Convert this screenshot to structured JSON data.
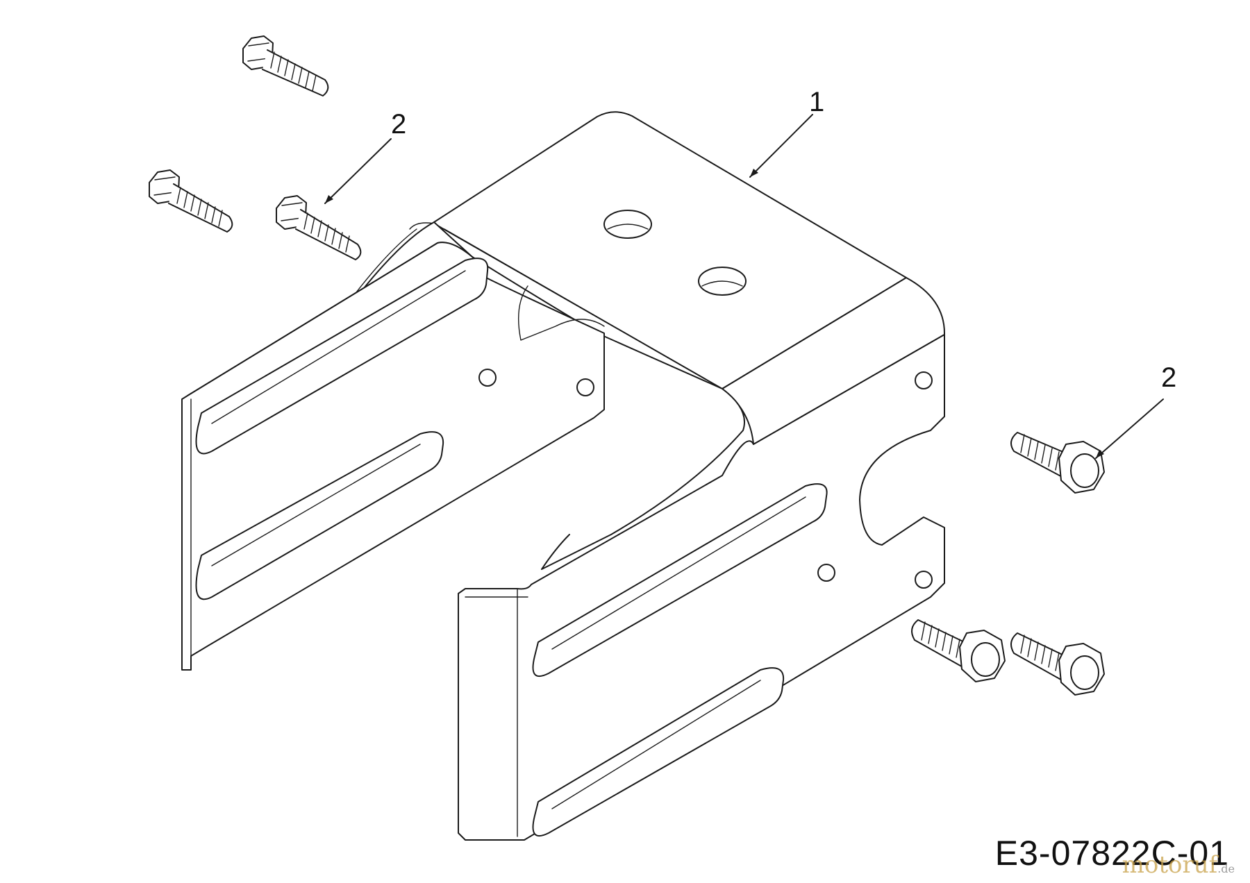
{
  "diagram": {
    "code": "E3-07822C-01",
    "callouts": {
      "bracket": "1",
      "bolts_left": "2",
      "bolts_right": "2"
    },
    "watermark": {
      "text": "motoruf",
      "suffix": ".de"
    }
  }
}
